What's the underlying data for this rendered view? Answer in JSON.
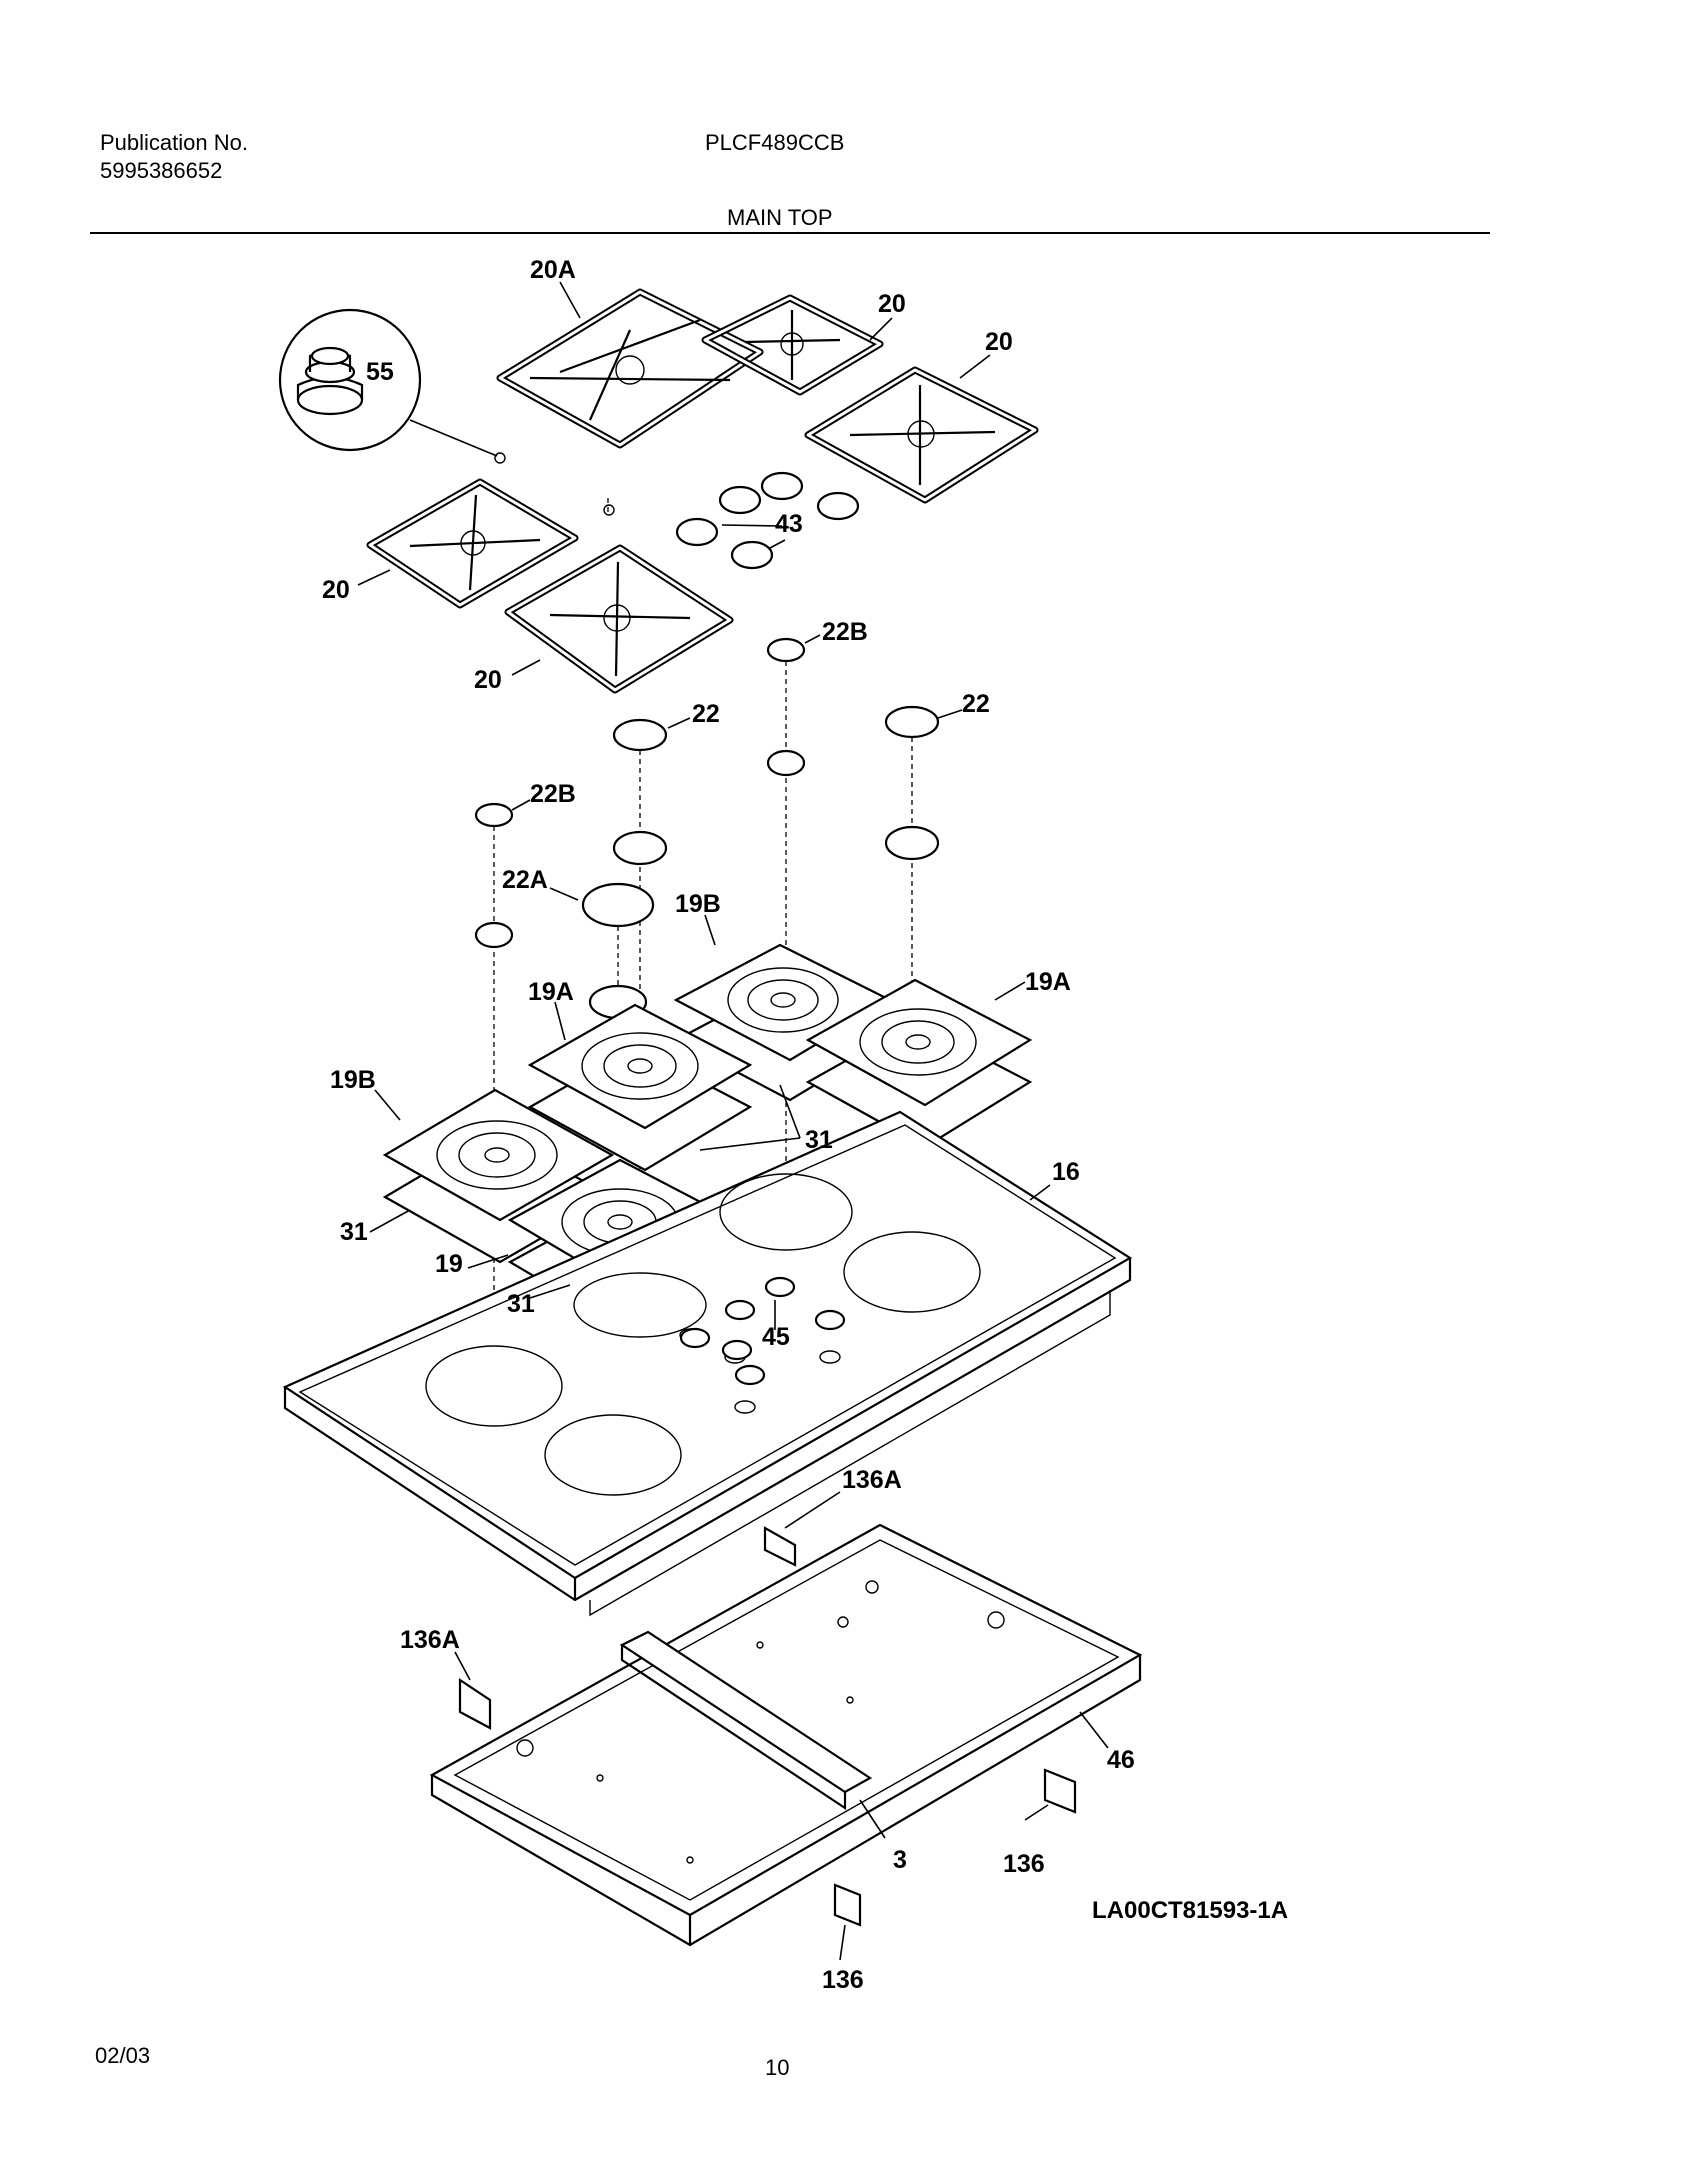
{
  "header": {
    "publication_label": "Publication No.",
    "publication_number": "5995386652",
    "model": "PLCF489CCB",
    "section_title": "MAIN TOP"
  },
  "diagram": {
    "reference_code": "LA00CT81593-1A",
    "callouts": {
      "c20A": "20A",
      "c20_a": "20",
      "c20_b": "20",
      "c20_c": "20",
      "c20_d": "20",
      "c55": "55",
      "c43": "43",
      "c22B_a": "22B",
      "c22_a": "22",
      "c22_b": "22",
      "c22B_b": "22B",
      "c22A": "22A",
      "c19B_a": "19B",
      "c19A_a": "19A",
      "c19A_b": "19A",
      "c19B_b": "19B",
      "c31_a": "31",
      "c31_b": "31",
      "c31_c": "31",
      "c19": "19",
      "c16": "16",
      "c45": "45",
      "c136A_a": "136A",
      "c136A_b": "136A",
      "c46": "46",
      "c3": "3",
      "c136_a": "136",
      "c136_b": "136"
    }
  },
  "footer": {
    "date": "02/03",
    "page_number": "10"
  }
}
